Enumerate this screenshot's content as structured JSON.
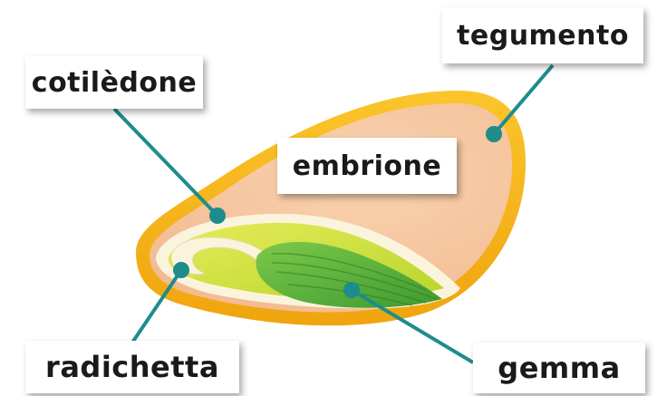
{
  "labels": {
    "tegumento": "tegumento",
    "cotiledone": "cotilèdone",
    "embrione": "embrione",
    "radichetta": "radichetta",
    "gemma": "gemma"
  },
  "colors": {
    "seed_coat": "#f5b21a",
    "endosperm": "#f7c8a2",
    "embryo_light": "#d6e23a",
    "embryo_dark": "#5cb33a",
    "leader_line": "#1f8c8c",
    "cream": "#fbf4dd"
  }
}
